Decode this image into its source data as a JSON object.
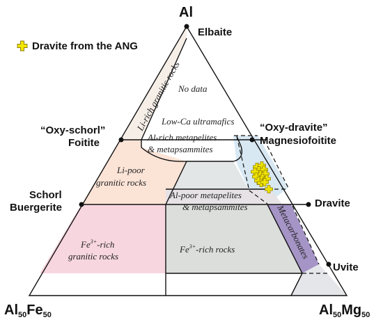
{
  "legend": {
    "label": "Dravite from the ANG",
    "marker_color": "#f2e600",
    "marker_icon": "plus-marker-icon"
  },
  "vertices": {
    "top": "Al",
    "bottom_left": {
      "base": "Al",
      "sub1": "50",
      "mid": "Fe",
      "sub2": "50"
    },
    "bottom_right": {
      "base": "Al",
      "sub1": "50",
      "mid": "Mg",
      "sub2": "50"
    }
  },
  "endmembers": {
    "elbaite": "Elbaite",
    "oxy_schorl": "“Oxy-schorl”",
    "foitite": "Foitite",
    "schorl": "Schorl",
    "buergerite": "Buergerite",
    "oxy_dravite": "“Oxy-dravite”",
    "magnesiofoitite": "Magnesiofoitite",
    "dravite": "Dravite",
    "uvite": "Uvite"
  },
  "fields": {
    "li_rich_granitic": "Li-rich granitic rocks",
    "no_data": "No data",
    "low_ca_ultramafics": "Low-Ca ultramafics",
    "al_rich_meta_line1": "Al-rich metapelites",
    "al_rich_meta_line2": "& metapsammites",
    "li_poor_line1": "Li-poor",
    "li_poor_line2": "granitic rocks",
    "al_poor_meta_line1": "Al-poor metapelites",
    "al_poor_meta_line2": "& metapsammites",
    "metacarbonates": "Metacarbonates",
    "fe_rich_granitic_line1_base": "Fe",
    "fe_rich_granitic_line1_sup": "3+",
    "fe_rich_granitic_line1_rest": "-rich",
    "fe_rich_granitic_line2": "granitic rocks",
    "fe_rich_rocks_base": "Fe",
    "fe_rich_rocks_sup": "3+",
    "fe_rich_rocks_rest": "-rich rocks"
  },
  "colors": {
    "li_rich_granitic": "#f6efe8",
    "li_poor_granitic": "#fbe3d6",
    "fe_rich_granitic": "#f7d6e0",
    "fe_rich_rocks": "#dcdedc",
    "al_poor_meta": "#e6e2e6",
    "al_rich_meta": "#e3e6e6",
    "ultramafic_blue": "#d8e8f3",
    "metacarbonates": "#a594c6",
    "uvite_field": "#e5e6ea",
    "line": "#111111",
    "marker_fill": "#f2e600",
    "marker_stroke": "#8a7a00"
  }
}
